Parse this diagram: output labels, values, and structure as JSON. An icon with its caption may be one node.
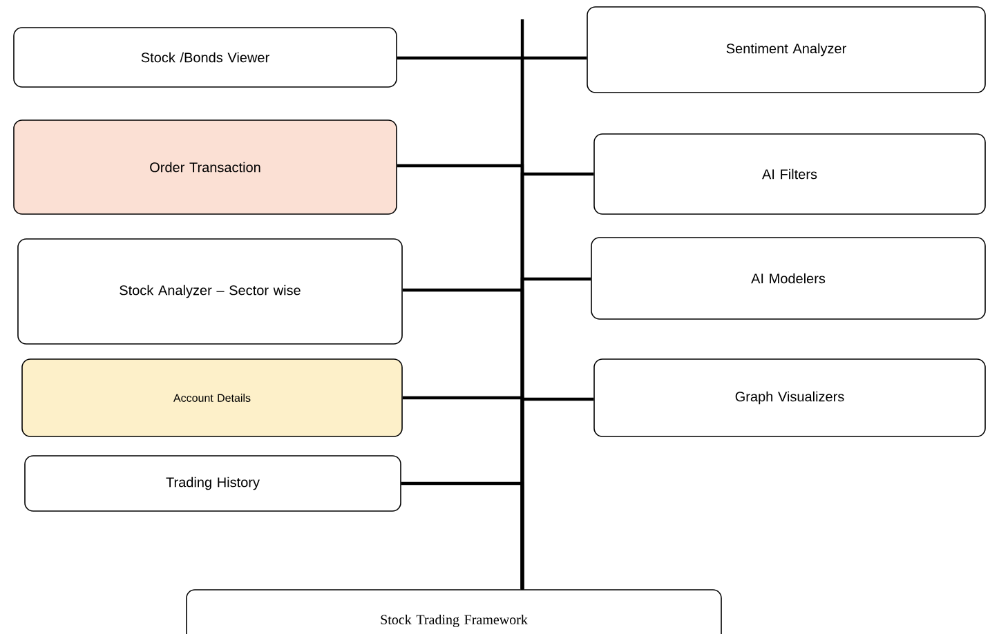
{
  "diagram": {
    "nodes": [
      {
        "text": [
          "Stock /Bonds Viewer"
        ]
      },
      {
        "text": [
          "Sentiment Analyzer"
        ]
      },
      {
        "text": [
          "Order Transaction"
        ]
      },
      {
        "text": [
          "AI Filters"
        ]
      },
      {
        "text": [
          "Stock Analyzer – Sector wise"
        ]
      },
      {
        "text": [
          "AI Modelers"
        ]
      },
      {
        "text": [
          "Account Details"
        ]
      },
      {
        "text": [
          "Graph Visualizers"
        ]
      },
      {
        "text": [
          "Trading History"
        ]
      },
      {
        "text": [
          "Stock Trading Framework"
        ]
      }
    ],
    "edges": [
      {
        "from": 0,
        "to": 9,
        "arrow": "none"
      },
      {
        "from": 1,
        "to": 9,
        "arrow": "none"
      },
      {
        "from": 2,
        "to": 9,
        "arrow": "none"
      },
      {
        "from": 3,
        "to": 9,
        "arrow": "none"
      },
      {
        "from": 4,
        "to": 9,
        "arrow": "none"
      },
      {
        "from": 5,
        "to": 9,
        "arrow": "none"
      },
      {
        "from": 6,
        "to": 9,
        "arrow": "none"
      },
      {
        "from": 7,
        "to": 9,
        "arrow": "none"
      },
      {
        "from": 8,
        "to": 9,
        "arrow": "none"
      }
    ]
  }
}
